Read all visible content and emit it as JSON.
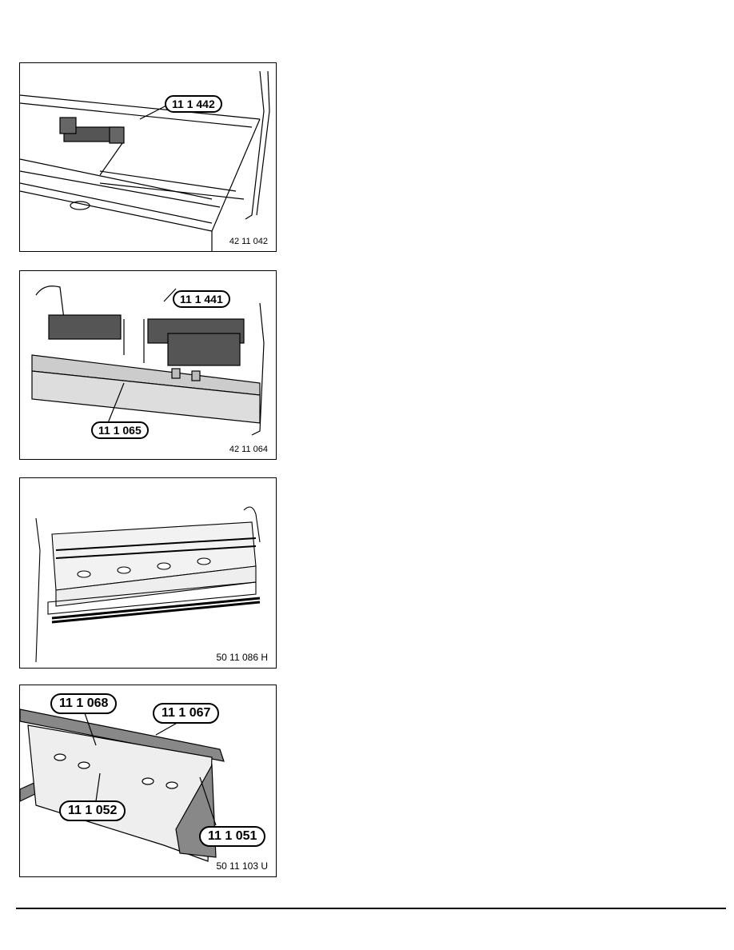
{
  "figures": [
    {
      "caption": "42 11 042",
      "callouts": [
        "11 1 442"
      ]
    },
    {
      "caption": "42 11 064",
      "callouts": [
        "11 1 441",
        "11 1 065"
      ]
    },
    {
      "caption": "50 11 086 H",
      "callouts": []
    },
    {
      "caption": "50 11 103 U",
      "callouts": [
        "11 1 068",
        "11 1 067",
        "11 1 052",
        "11 1 051"
      ]
    }
  ]
}
